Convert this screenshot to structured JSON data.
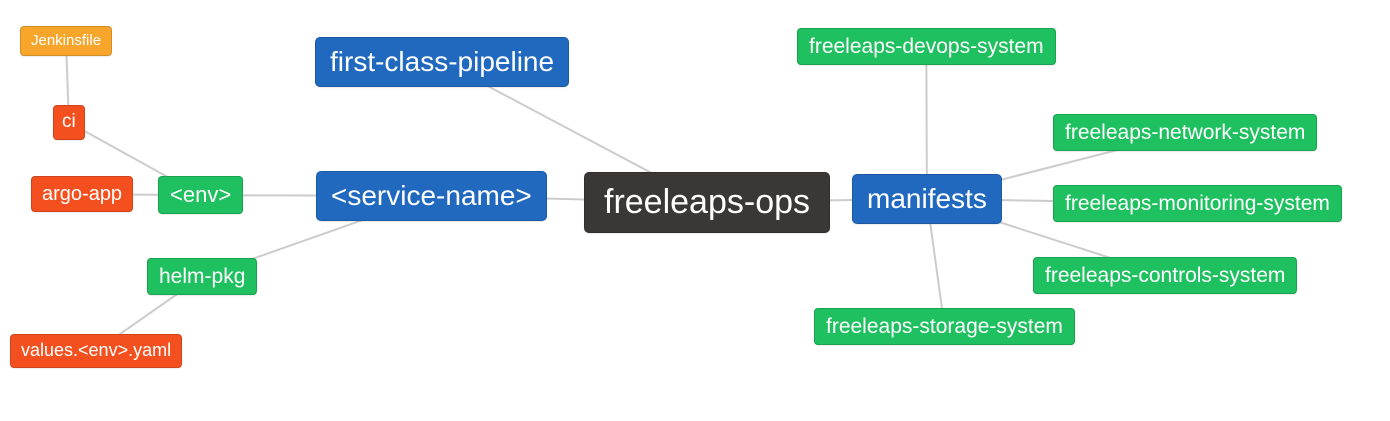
{
  "diagram": {
    "background": "#ffffff",
    "edge_color": "#cccccc",
    "edge_width": 2,
    "colors": {
      "root": "#3b3735",
      "level1": "#2069bf",
      "level2": "#1ec05f",
      "level3": "#f4501f",
      "level4": "#f7a62b"
    },
    "nodes": [
      {
        "id": "freeleaps-ops",
        "label": "freeleaps-ops",
        "level": "root"
      },
      {
        "id": "first-class-pipeline",
        "label": "first-class-pipeline",
        "level": "level1"
      },
      {
        "id": "service-name",
        "label": "<service-name>",
        "level": "level1"
      },
      {
        "id": "manifests",
        "label": "manifests",
        "level": "level1"
      },
      {
        "id": "env",
        "label": "<env>",
        "level": "level2"
      },
      {
        "id": "helm-pkg",
        "label": "helm-pkg",
        "level": "level2"
      },
      {
        "id": "freeleaps-devops-system",
        "label": "freeleaps-devops-system",
        "level": "level2"
      },
      {
        "id": "freeleaps-network-system",
        "label": "freeleaps-network-system",
        "level": "level2"
      },
      {
        "id": "freeleaps-monitoring-system",
        "label": "freeleaps-monitoring-system",
        "level": "level2"
      },
      {
        "id": "freeleaps-controls-system",
        "label": "freeleaps-controls-system",
        "level": "level2"
      },
      {
        "id": "freeleaps-storage-system",
        "label": "freeleaps-storage-system",
        "level": "level2"
      },
      {
        "id": "ci",
        "label": "ci",
        "level": "level3"
      },
      {
        "id": "argo-app",
        "label": "argo-app",
        "level": "level3"
      },
      {
        "id": "values-env-yaml",
        "label": "values.<env>.yaml",
        "level": "level3"
      },
      {
        "id": "jenkinsfile",
        "label": "Jenkinsfile",
        "level": "level4"
      }
    ],
    "edges": [
      [
        "jenkinsfile",
        "ci"
      ],
      [
        "ci",
        "env"
      ],
      [
        "argo-app",
        "env"
      ],
      [
        "env",
        "service-name"
      ],
      [
        "service-name",
        "helm-pkg"
      ],
      [
        "helm-pkg",
        "values-env-yaml"
      ],
      [
        "service-name",
        "freeleaps-ops"
      ],
      [
        "first-class-pipeline",
        "freeleaps-ops"
      ],
      [
        "freeleaps-ops",
        "manifests"
      ],
      [
        "manifests",
        "freeleaps-devops-system"
      ],
      [
        "manifests",
        "freeleaps-network-system"
      ],
      [
        "manifests",
        "freeleaps-monitoring-system"
      ],
      [
        "manifests",
        "freeleaps-controls-system"
      ],
      [
        "manifests",
        "freeleaps-storage-system"
      ]
    ]
  }
}
